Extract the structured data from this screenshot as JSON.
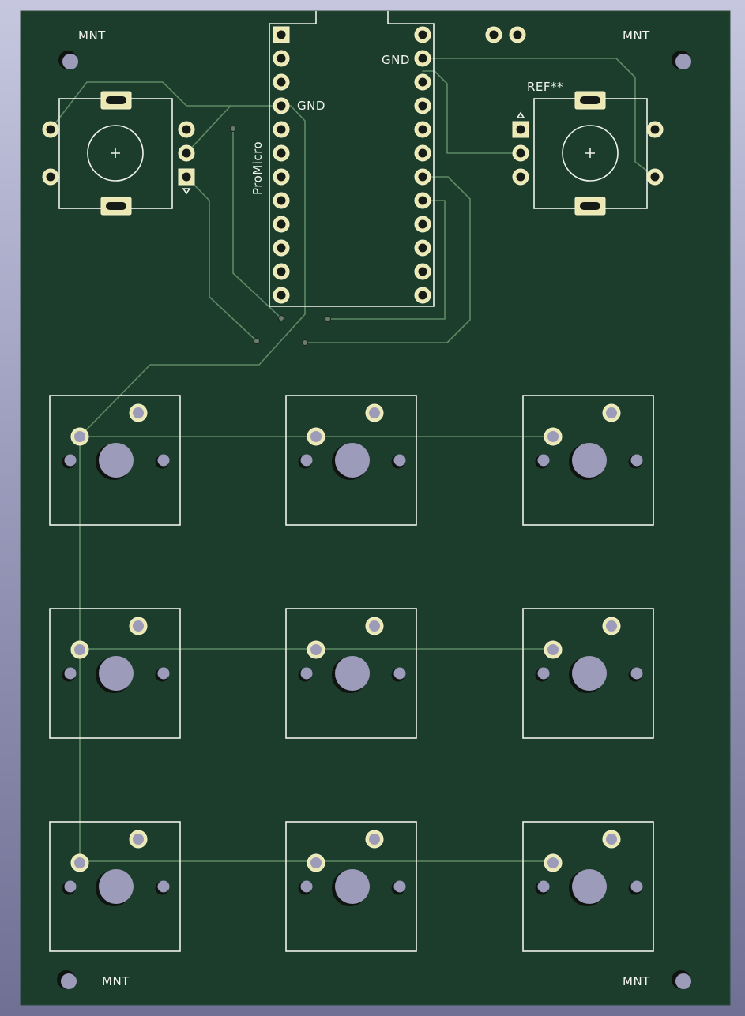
{
  "board": {
    "substrate_color": "#1d3d2c",
    "silkscreen_color": "#eef2ea",
    "trace_color": "#5d8a64",
    "pad_color": "#ebe8b4",
    "hole_color": "#9c9cba"
  },
  "labels": {
    "mount_top_left": "MNT",
    "mount_top_right": "MNT",
    "mount_bottom_left": "MNT",
    "mount_bottom_right": "MNT",
    "promicro_name": "ProMicro",
    "gnd_left": "GND",
    "gnd_right": "GND",
    "encoder_ref": "REF**"
  },
  "components": {
    "controller": {
      "name": "ProMicro",
      "pins_per_side": 12
    },
    "encoders": [
      {
        "id": "encoder-left",
        "pins": 3
      },
      {
        "id": "encoder-right",
        "pins": 3
      }
    ],
    "key_switches": {
      "rows": 3,
      "columns": 3
    }
  }
}
